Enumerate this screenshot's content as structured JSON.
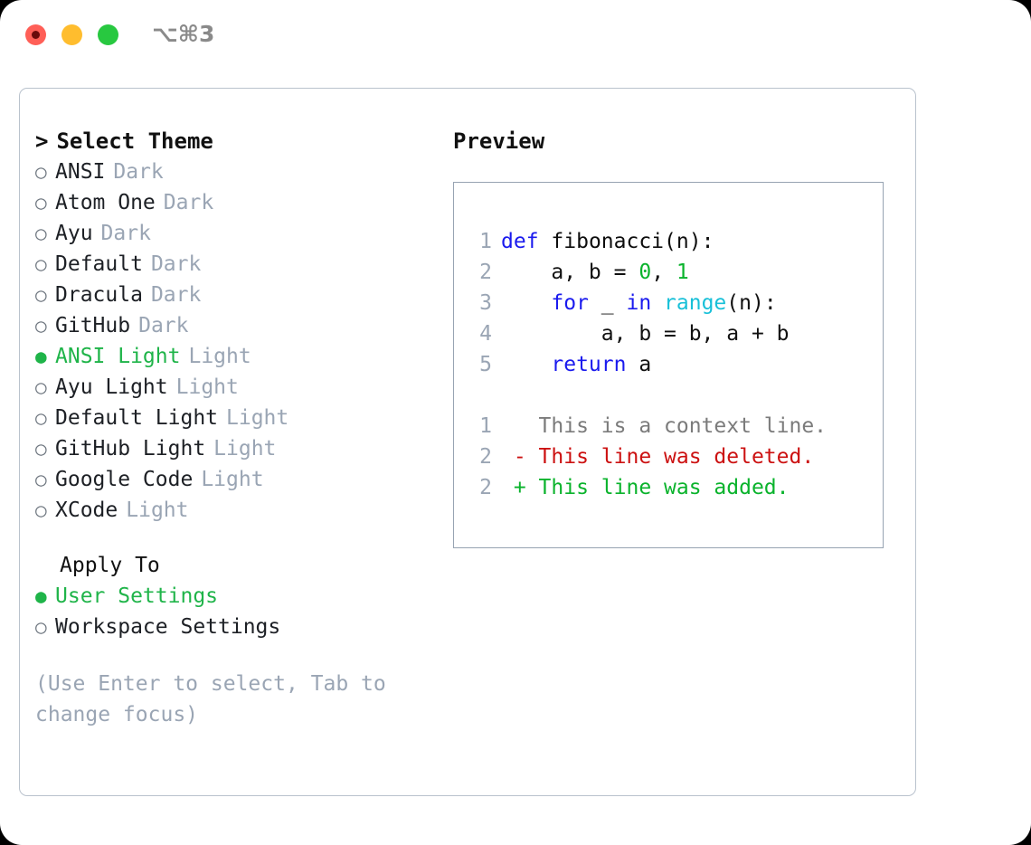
{
  "titlebar": {
    "shortcut": "⌥⌘3",
    "buttons": {
      "close": "close",
      "minimize": "minimize",
      "maximize": "maximize"
    }
  },
  "theme_picker": {
    "header": "Select Theme",
    "header_caret": ">",
    "marker_selected": "●",
    "marker_unselected": "○",
    "items": [
      {
        "name": "ANSI",
        "tag": "Dark",
        "selected": false
      },
      {
        "name": "Atom One",
        "tag": "Dark",
        "selected": false
      },
      {
        "name": "Ayu",
        "tag": "Dark",
        "selected": false
      },
      {
        "name": "Default",
        "tag": "Dark",
        "selected": false
      },
      {
        "name": "Dracula",
        "tag": "Dark",
        "selected": false
      },
      {
        "name": "GitHub",
        "tag": "Dark",
        "selected": false
      },
      {
        "name": "ANSI Light",
        "tag": "Light",
        "selected": true
      },
      {
        "name": "Ayu Light",
        "tag": "Light",
        "selected": false
      },
      {
        "name": "Default Light",
        "tag": "Light",
        "selected": false
      },
      {
        "name": "GitHub Light",
        "tag": "Light",
        "selected": false
      },
      {
        "name": "Google Code",
        "tag": "Light",
        "selected": false
      },
      {
        "name": "XCode",
        "tag": "Light",
        "selected": false
      }
    ]
  },
  "apply_to": {
    "header": "Apply To",
    "options": [
      {
        "label": "User Settings",
        "selected": true
      },
      {
        "label": "Workspace Settings",
        "selected": false
      }
    ]
  },
  "hint": "(Use Enter to select, Tab to change focus)",
  "preview": {
    "header": "Preview",
    "code_lines": [
      {
        "num": "1",
        "tokens": [
          {
            "t": "def",
            "c": "kw"
          },
          {
            "t": " ",
            "c": "plain"
          },
          {
            "t": "fibonacci(n):",
            "c": "fn"
          }
        ]
      },
      {
        "num": "2",
        "tokens": [
          {
            "t": "    a, b = ",
            "c": "plain"
          },
          {
            "t": "0",
            "c": "num"
          },
          {
            "t": ", ",
            "c": "plain"
          },
          {
            "t": "1",
            "c": "num"
          }
        ]
      },
      {
        "num": "3",
        "tokens": [
          {
            "t": "    ",
            "c": "plain"
          },
          {
            "t": "for",
            "c": "kw"
          },
          {
            "t": " _ ",
            "c": "plain"
          },
          {
            "t": "in",
            "c": "kw"
          },
          {
            "t": " ",
            "c": "plain"
          },
          {
            "t": "range",
            "c": "bi"
          },
          {
            "t": "(n):",
            "c": "plain"
          }
        ]
      },
      {
        "num": "4",
        "tokens": [
          {
            "t": "        a, b = b, a + b",
            "c": "plain"
          }
        ]
      },
      {
        "num": "5",
        "tokens": [
          {
            "t": "    ",
            "c": "plain"
          },
          {
            "t": "return",
            "c": "kw"
          },
          {
            "t": " a",
            "c": "plain"
          }
        ]
      }
    ],
    "diff_lines": [
      {
        "num": "1",
        "sign": " ",
        "text": "This is a context line.",
        "kind": "diff-ctx"
      },
      {
        "num": "2",
        "sign": "-",
        "text": "This line was deleted.",
        "kind": "diff-del"
      },
      {
        "num": "2",
        "sign": "+",
        "text": "This line was added.",
        "kind": "diff-add"
      }
    ]
  },
  "colors": {
    "accent_green": "#1fb449",
    "muted": "#9aa5b4",
    "keyword_blue": "#1a1aee",
    "builtin_cyan": "#18c0d8",
    "number_green": "#0ab32c",
    "diff_delete_red": "#cc1111",
    "diff_add_green": "#0ab32c",
    "panel_border": "#b9c2cd",
    "code_border": "#97a3b2"
  }
}
